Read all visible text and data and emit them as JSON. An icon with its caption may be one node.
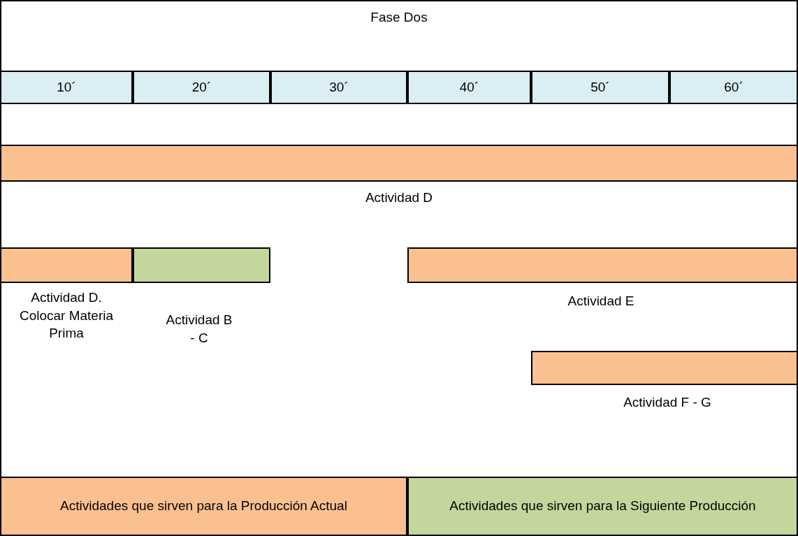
{
  "diagram": {
    "title": "Fase Dos",
    "nodes": [
      {
        "text": [
          "10´"
        ]
      },
      {
        "text": [
          "20´"
        ]
      },
      {
        "text": [
          "30´"
        ]
      },
      {
        "text": [
          "40´"
        ]
      },
      {
        "text": [
          "50´"
        ]
      },
      {
        "text": [
          "60´"
        ]
      },
      {
        "text": [],
        "shape": "bar",
        "beside": [
          "Actividad D"
        ]
      },
      {
        "text": [],
        "shape": "bar",
        "beside": [
          "Actividad D. Colocar Materia Prima"
        ]
      },
      {
        "text": [],
        "shape": "bar",
        "beside": [
          "Actividad B - C"
        ]
      },
      {
        "text": [],
        "shape": "bar",
        "beside": [
          "Actividad E"
        ]
      },
      {
        "text": [],
        "shape": "bar",
        "beside": [
          "Actividad F - G"
        ]
      },
      {
        "text": [
          "Actividades que sirven para la Producción Actual"
        ]
      },
      {
        "text": [
          "Actividades que sirven para la Siguiente Producción"
        ]
      }
    ],
    "edges": []
  }
}
